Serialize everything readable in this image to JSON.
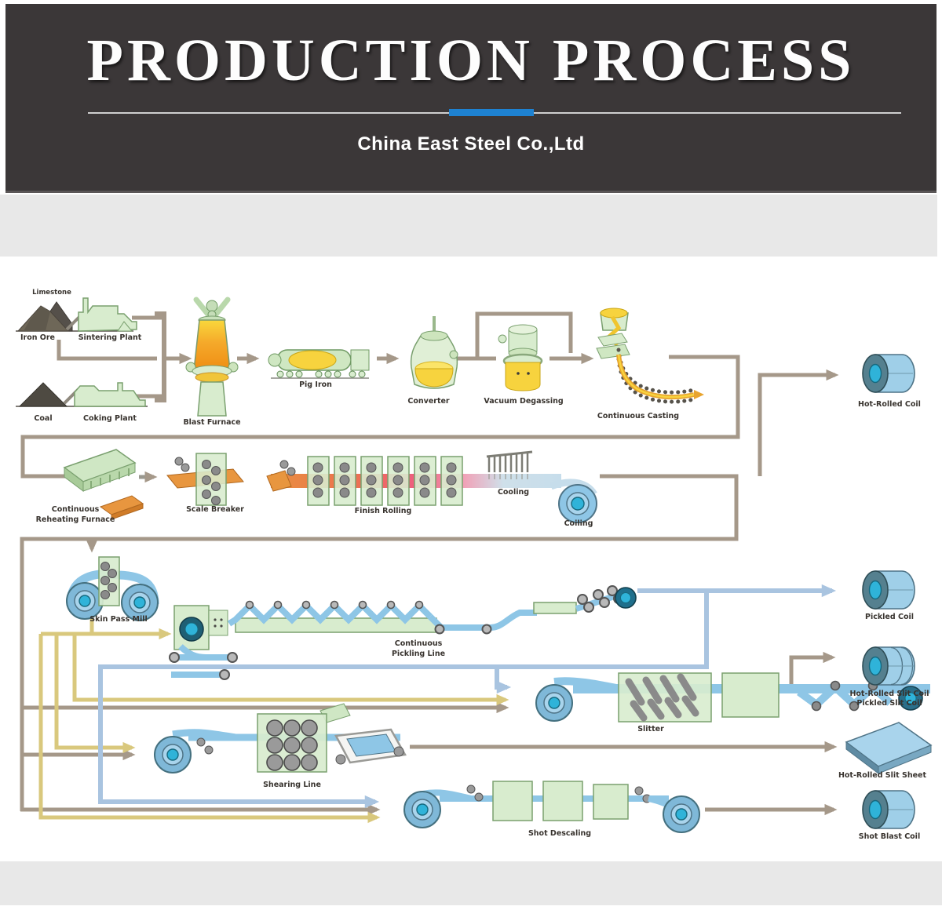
{
  "header": {
    "title": "PRODUCTION PROCESS",
    "company": "China East Steel Co.,Ltd"
  },
  "process": {
    "raw": {
      "limestone": "Limestone",
      "iron_ore": "Iron Ore",
      "sintering_plant": "Sintering Plant",
      "coal": "Coal",
      "coking_plant": "Coking Plant"
    },
    "iron": {
      "blast_furnace": "Blast Furnace",
      "pig_iron": "Pig Iron"
    },
    "steel": {
      "converter": "Converter",
      "vacuum_degassing": "Vacuum Degassing",
      "continuous_casting": "Continuous Casting"
    },
    "hot": {
      "crf1": "Continuous",
      "crf2": "Reheating Furnace",
      "scale_breaker": "Scale Breaker",
      "finish_rolling": "Finish Rolling",
      "cooling": "Cooling",
      "coiling": "Coiling"
    },
    "fin": {
      "skin_pass_mill": "Skin Pass Mill",
      "cpl1": "Continuous",
      "cpl2": "Pickling Line",
      "slitter": "Slitter",
      "shearing_line": "Shearing Line",
      "shot_descaling": "Shot Descaling"
    },
    "products": {
      "hot_rolled_coil": "Hot-Rolled Coil",
      "pickled_coil": "Pickled Coil",
      "hot_rolled_slit_coil": "Hot-Rolled Slit Coil",
      "pickled_slit_coil": "Pickled Slit Coil",
      "hot_rolled_slit_sheet": "Hot-Rolled Slit Sheet",
      "shot_blast_coil": "Shot Blast Coil"
    }
  },
  "colors": {
    "header_bg": "#3b3738",
    "accent_blue": "#1e82d2",
    "band_gray": "#e8e8e8",
    "connector_taupe": "#a59889",
    "connector_khaki": "#d9c87d",
    "connector_blue": "#a9c4e0",
    "machine_green": "#d8ecce",
    "hot_orange": "#e8963f",
    "coil_blue": "#9fcfe8"
  }
}
